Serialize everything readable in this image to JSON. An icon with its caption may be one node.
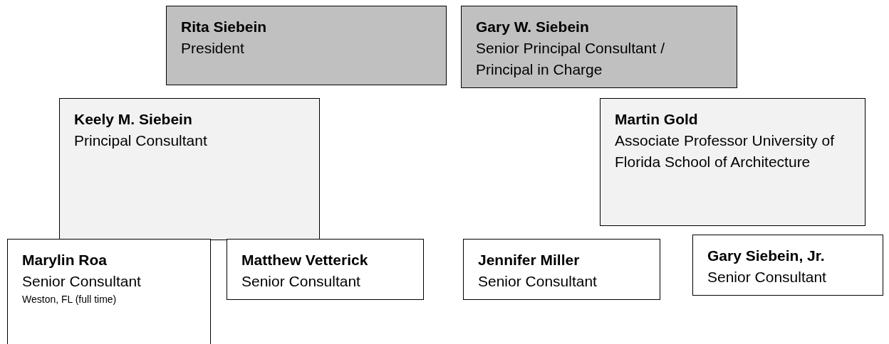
{
  "diagram": {
    "nodes": [
      {
        "text": [
          "Rita Siebein",
          "President"
        ]
      },
      {
        "text": [
          "Gary W. Siebein",
          "Senior Principal Consultant / Principal in Charge"
        ]
      },
      {
        "text": [
          "Keely M. Siebein",
          "Principal Consultant"
        ]
      },
      {
        "text": [
          "Martin Gold",
          "Associate Professor University of Florida School of Architecture"
        ]
      },
      {
        "text": [
          "Marylin Roa",
          "Senior Consultant",
          "Weston, FL (full time)"
        ]
      },
      {
        "text": [
          "Matthew Vetterick",
          "Senior Consultant"
        ]
      },
      {
        "text": [
          "Jennifer Miller",
          "Senior Consultant"
        ]
      },
      {
        "text": [
          "Gary Siebein, Jr.",
          "Senior Consultant"
        ]
      }
    ]
  }
}
